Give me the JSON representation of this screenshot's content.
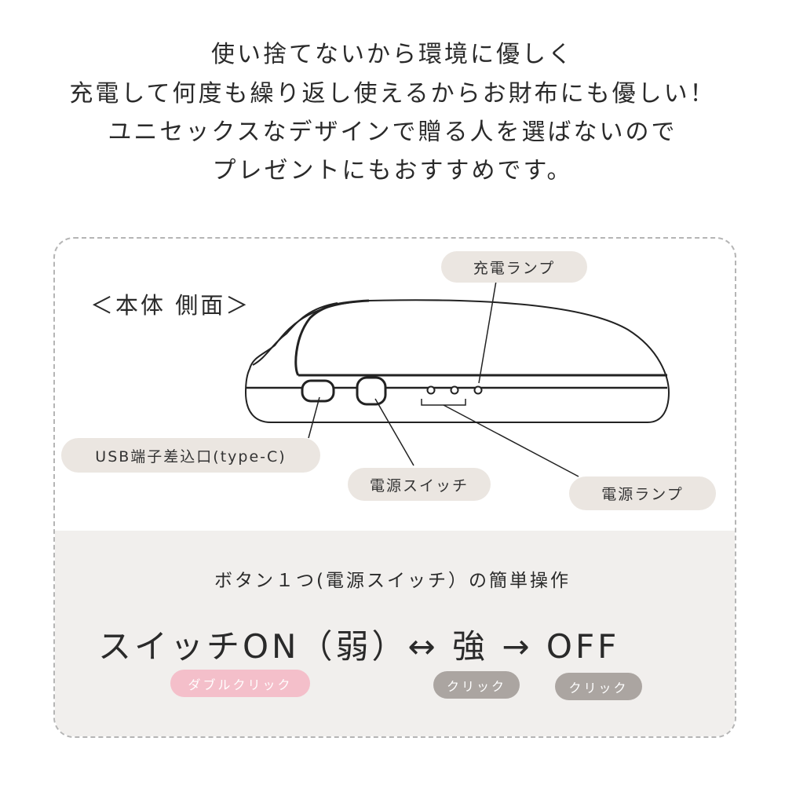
{
  "header": {
    "lines": [
      "使い捨てないから環境に優しく",
      "充電して何度も繰り返し使えるからお財布にも優しい！",
      "ユニセックスなデザインで贈る人を選ばないので",
      "プレゼントにもおすすめです。"
    ]
  },
  "diagram": {
    "title": "＜本体 側面＞",
    "labels": {
      "charge_lamp": "充電ランプ",
      "usb_port": "USB端子差込口(type-C)",
      "power_switch": "電源スイッチ",
      "power_lamp": "電源ランプ"
    }
  },
  "operation": {
    "subtitle": "ボタン１つ(電源スイッチ）の簡単操作",
    "sequence": "スイッチON（弱）↔ 強 → OFF",
    "tags": [
      "ダブルクリック",
      "クリック",
      "クリック"
    ],
    "colors": {
      "double_click": "#f4bfca",
      "click": "#aba5a1"
    }
  }
}
